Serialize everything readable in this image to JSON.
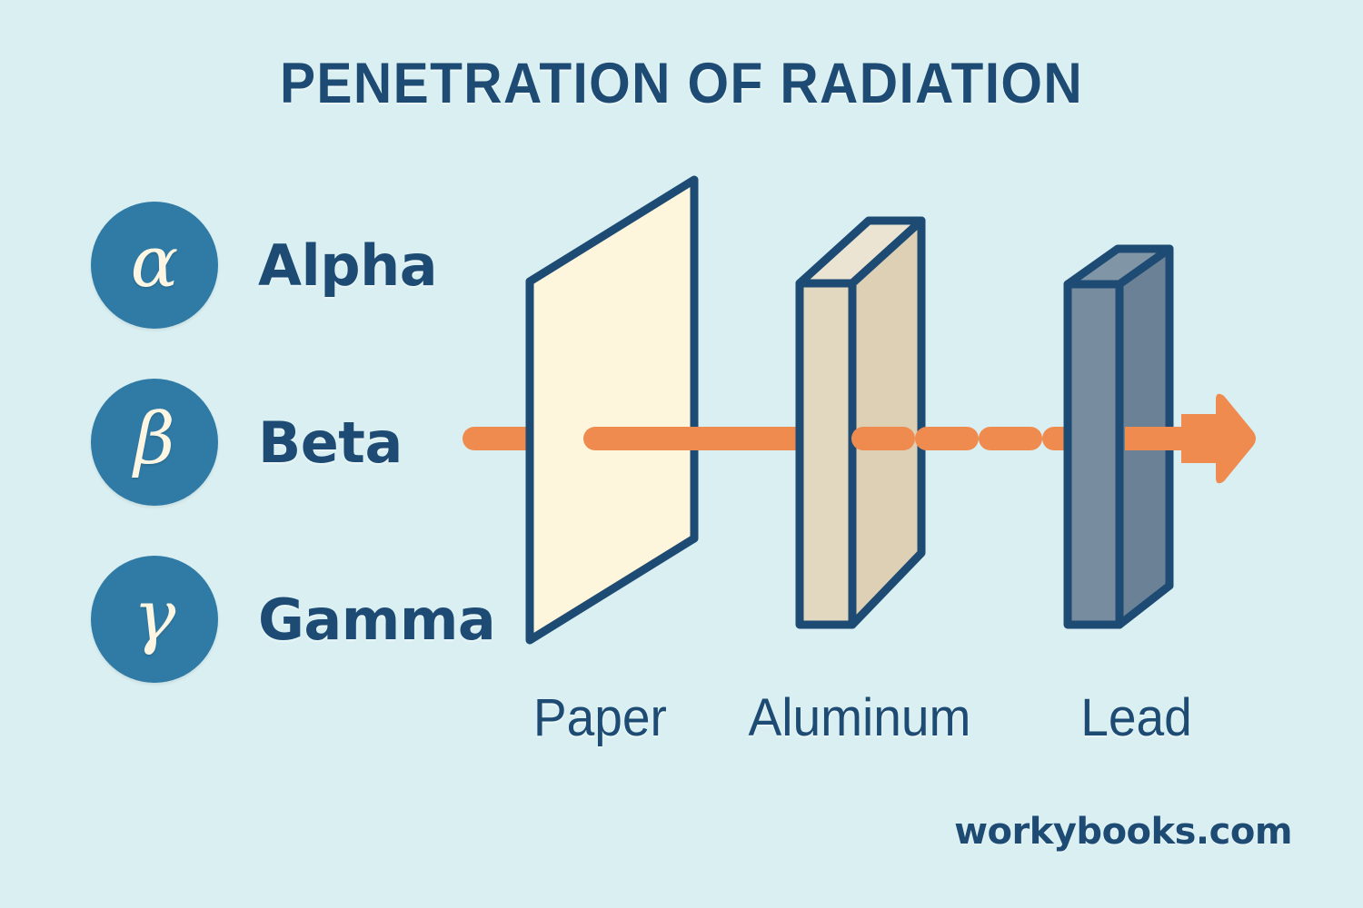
{
  "page": {
    "title": "PENETRATION OF RADIATION",
    "background_color": "#d9eff1",
    "watermark": "workybooks.com"
  },
  "colors": {
    "background": "#d9eff1",
    "navy_outline": "#1d4b73",
    "text_navy": "#1d4b73",
    "badge_blue": "#2f7ba6",
    "symbol_cream": "#fdf6e3",
    "beam_orange": "#f08b4f",
    "paper_fill": "#fdf5dc",
    "aluminum_front_fill": "#ddd0b4",
    "aluminum_side_fill": "#e2d7bf",
    "aluminum_top_fill": "#ece4d2",
    "lead_front_fill": "#6b8296",
    "lead_side_fill": "#778d9f",
    "lead_top_fill": "#8095a6"
  },
  "legend": {
    "items": [
      {
        "symbol": "α",
        "symbol_name": "alpha-glyph",
        "label": "Alpha"
      },
      {
        "symbol": "β",
        "symbol_name": "beta-glyph",
        "label": "Beta"
      },
      {
        "symbol": "γ",
        "symbol_name": "gamma-glyph",
        "label": "Gamma"
      }
    ]
  },
  "barriers": [
    {
      "id": "paper",
      "caption": "Paper",
      "blocks": "alpha",
      "style": "flat-sheet"
    },
    {
      "id": "aluminum",
      "caption": "Aluminum",
      "blocks": "beta",
      "style": "3d-slab"
    },
    {
      "id": "lead",
      "caption": "Lead",
      "blocks": "gamma",
      "style": "3d-slab"
    }
  ],
  "beam": {
    "label": "radiation-beam",
    "direction": "left-to-right",
    "segments": [
      {
        "name": "incident",
        "style": "solid",
        "note": "before paper"
      },
      {
        "name": "after-paper",
        "style": "solid",
        "note": "alpha absorbed by paper"
      },
      {
        "name": "through-aluminum",
        "style": "dashed",
        "note": "beta absorbed by aluminum"
      },
      {
        "name": "after-lead",
        "style": "solid",
        "note": "gamma penetrates lead"
      }
    ],
    "arrowhead": "right-arrow-icon"
  },
  "chart_data": {
    "type": "diagram",
    "title": "PENETRATION OF RADIATION",
    "categories": [
      "Paper",
      "Aluminum",
      "Lead"
    ],
    "series": [
      {
        "name": "Alpha",
        "symbol": "α",
        "stopped_by": "Paper",
        "penetrates": [
          "none"
        ]
      },
      {
        "name": "Beta",
        "symbol": "β",
        "stopped_by": "Aluminum",
        "penetrates": [
          "Paper"
        ]
      },
      {
        "name": "Gamma",
        "symbol": "γ",
        "stopped_by": "none",
        "penetrates": [
          "Paper",
          "Aluminum",
          "Lead"
        ]
      }
    ],
    "legend_position": "left"
  }
}
